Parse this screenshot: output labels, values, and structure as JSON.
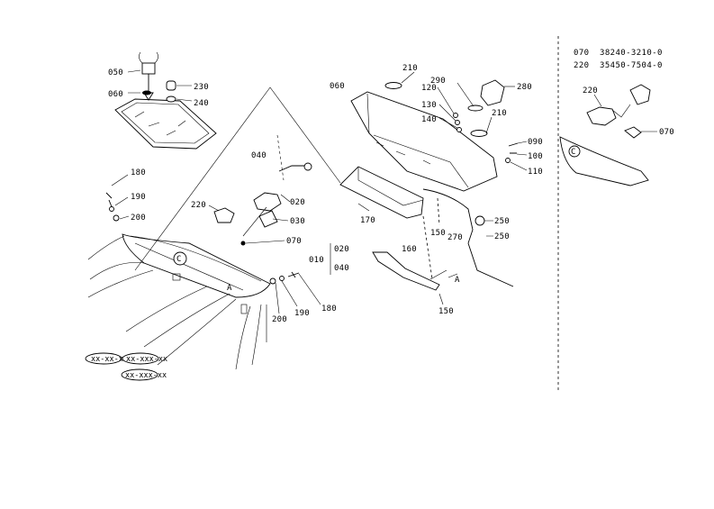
{
  "legend": [
    {
      "ref": "070",
      "part_no": "38240-3210-0"
    },
    {
      "ref": "220",
      "part_no": "35450-7504-0"
    }
  ],
  "callouts": {
    "c050": "050",
    "c060": "060",
    "c230": "230",
    "c240": "240",
    "c180a": "180",
    "c190a": "190",
    "c200a": "200",
    "c040": "040",
    "c020": "020",
    "c030": "030",
    "c070": "070",
    "c220": "220",
    "c010": "010",
    "c020b": "020",
    "c040b": "040",
    "c200b": "200",
    "c190b": "190",
    "c180b": "180",
    "cA1": "A",
    "cA2": "A",
    "c060b": "060",
    "c210a": "210",
    "c290": "290",
    "c280": "280",
    "c120": "120",
    "c130": "130",
    "c140": "140",
    "c210b": "210",
    "c090": "090",
    "c100": "100",
    "c110": "110",
    "c170": "170",
    "c150a": "150",
    "c270": "270",
    "c250a": "250",
    "c250b": "250",
    "c160": "160",
    "c150b": "150",
    "c220b": "220",
    "c070b": "070"
  },
  "labels": {
    "tag1": "xx-xx-xx",
    "tag2": "xx-xxx-xx",
    "tag3": "xx-xxx-xx"
  }
}
